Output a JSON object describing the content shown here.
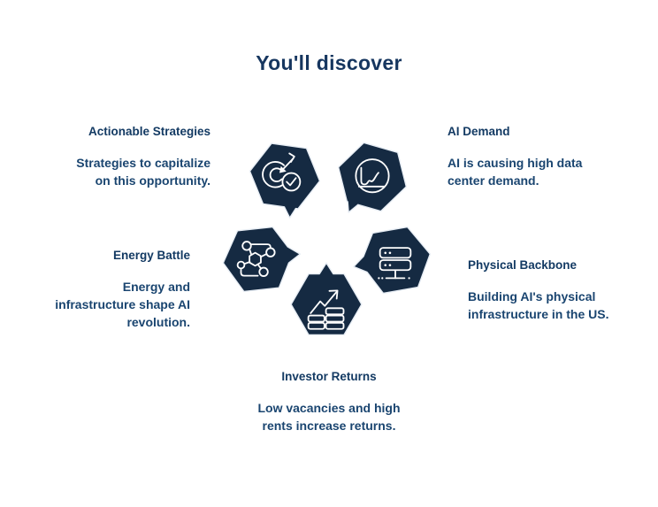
{
  "title": "You'll discover",
  "colors": {
    "hexagon_fill": "#152A42",
    "hexagon_outline": "#E7EDF4",
    "icon_stroke": "#FFFFFF",
    "title_text": "#16365F",
    "heading_text": "#133A63",
    "body_text": "#1A4570",
    "background": "#FFFFFF"
  },
  "items": [
    {
      "id": "actionable-strategies",
      "icon": "target-check-icon",
      "heading": "Actionable Strategies",
      "body": "Strategies to capitalize\non this opportunity."
    },
    {
      "id": "ai-demand",
      "icon": "line-chart-icon",
      "heading": "AI Demand",
      "body": "AI is causing high data\ncenter demand."
    },
    {
      "id": "energy-battle",
      "icon": "network-nodes-icon",
      "heading": "Energy Battle",
      "body": "Energy and\ninfrastructure shape AI\nrevolution."
    },
    {
      "id": "physical-backbone",
      "icon": "server-rack-icon",
      "heading": "Physical Backbone",
      "body": "Building AI's physical\ninfrastructure in the US."
    },
    {
      "id": "investor-returns",
      "icon": "money-growth-icon",
      "heading": "Investor Returns",
      "body": "Low vacancies and high\nrents increase returns."
    }
  ]
}
